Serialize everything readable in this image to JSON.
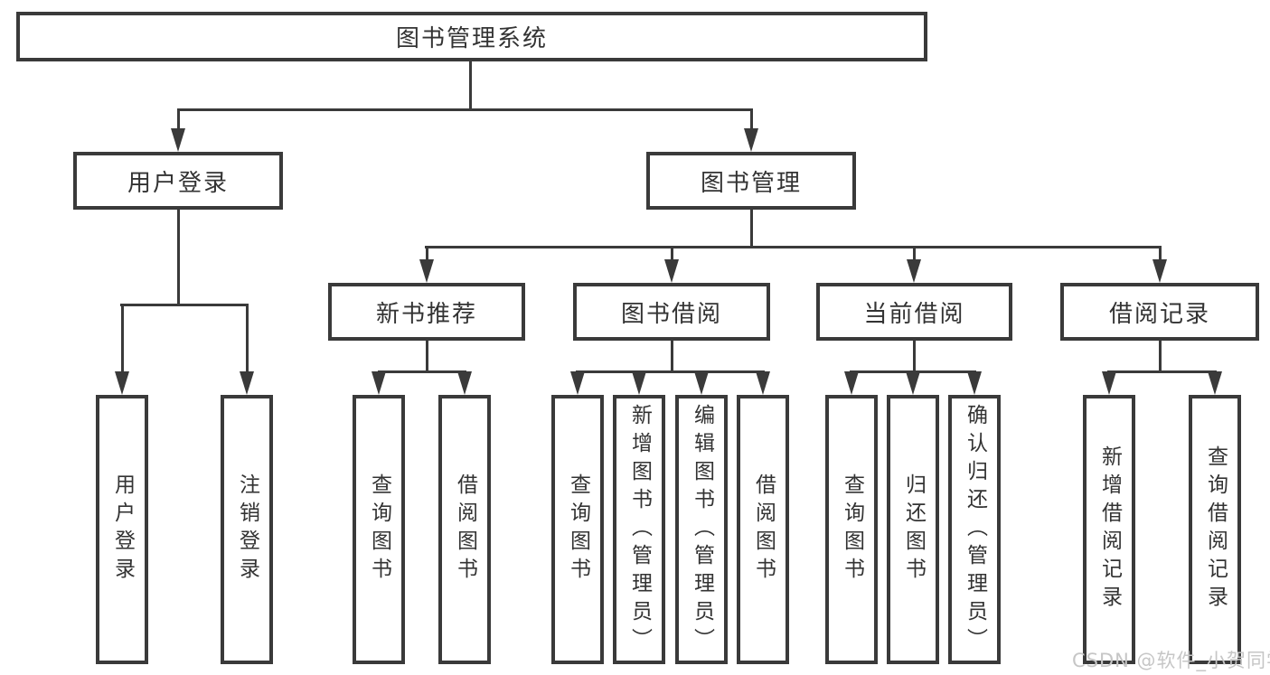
{
  "diagram_title": "图书管理系统",
  "watermark": "CSDN @软件_小贺同学",
  "colors": {
    "line": "#3a3a3a",
    "text": "#333333",
    "watermark": "#c6c6c6",
    "background": "#ffffff"
  },
  "nodes": {
    "root": {
      "label": "图书管理系统"
    },
    "userLogin": {
      "label": "用户登录",
      "children": [
        {
          "label": "用户登录"
        },
        {
          "label": "注销登录"
        }
      ]
    },
    "bookMgmt": {
      "label": "图书管理"
    },
    "newBookRec": {
      "label": "新书推荐",
      "children": [
        {
          "label": "查询图书"
        },
        {
          "label": "借阅图书"
        }
      ]
    },
    "bookBorrow": {
      "label": "图书借阅",
      "children": [
        {
          "label": "查询图书"
        },
        {
          "label": "新增图书（管理员）"
        },
        {
          "label": "编辑图书（管理员）"
        },
        {
          "label": "借阅图书"
        }
      ]
    },
    "currentBorrow": {
      "label": "当前借阅",
      "children": [
        {
          "label": "查询图书"
        },
        {
          "label": "归还图书"
        },
        {
          "label": "确认归还（管理员）"
        }
      ]
    },
    "borrowRecord": {
      "label": "借阅记录",
      "children": [
        {
          "label": "新增借阅记录"
        },
        {
          "label": "查询借阅记录"
        }
      ]
    }
  }
}
